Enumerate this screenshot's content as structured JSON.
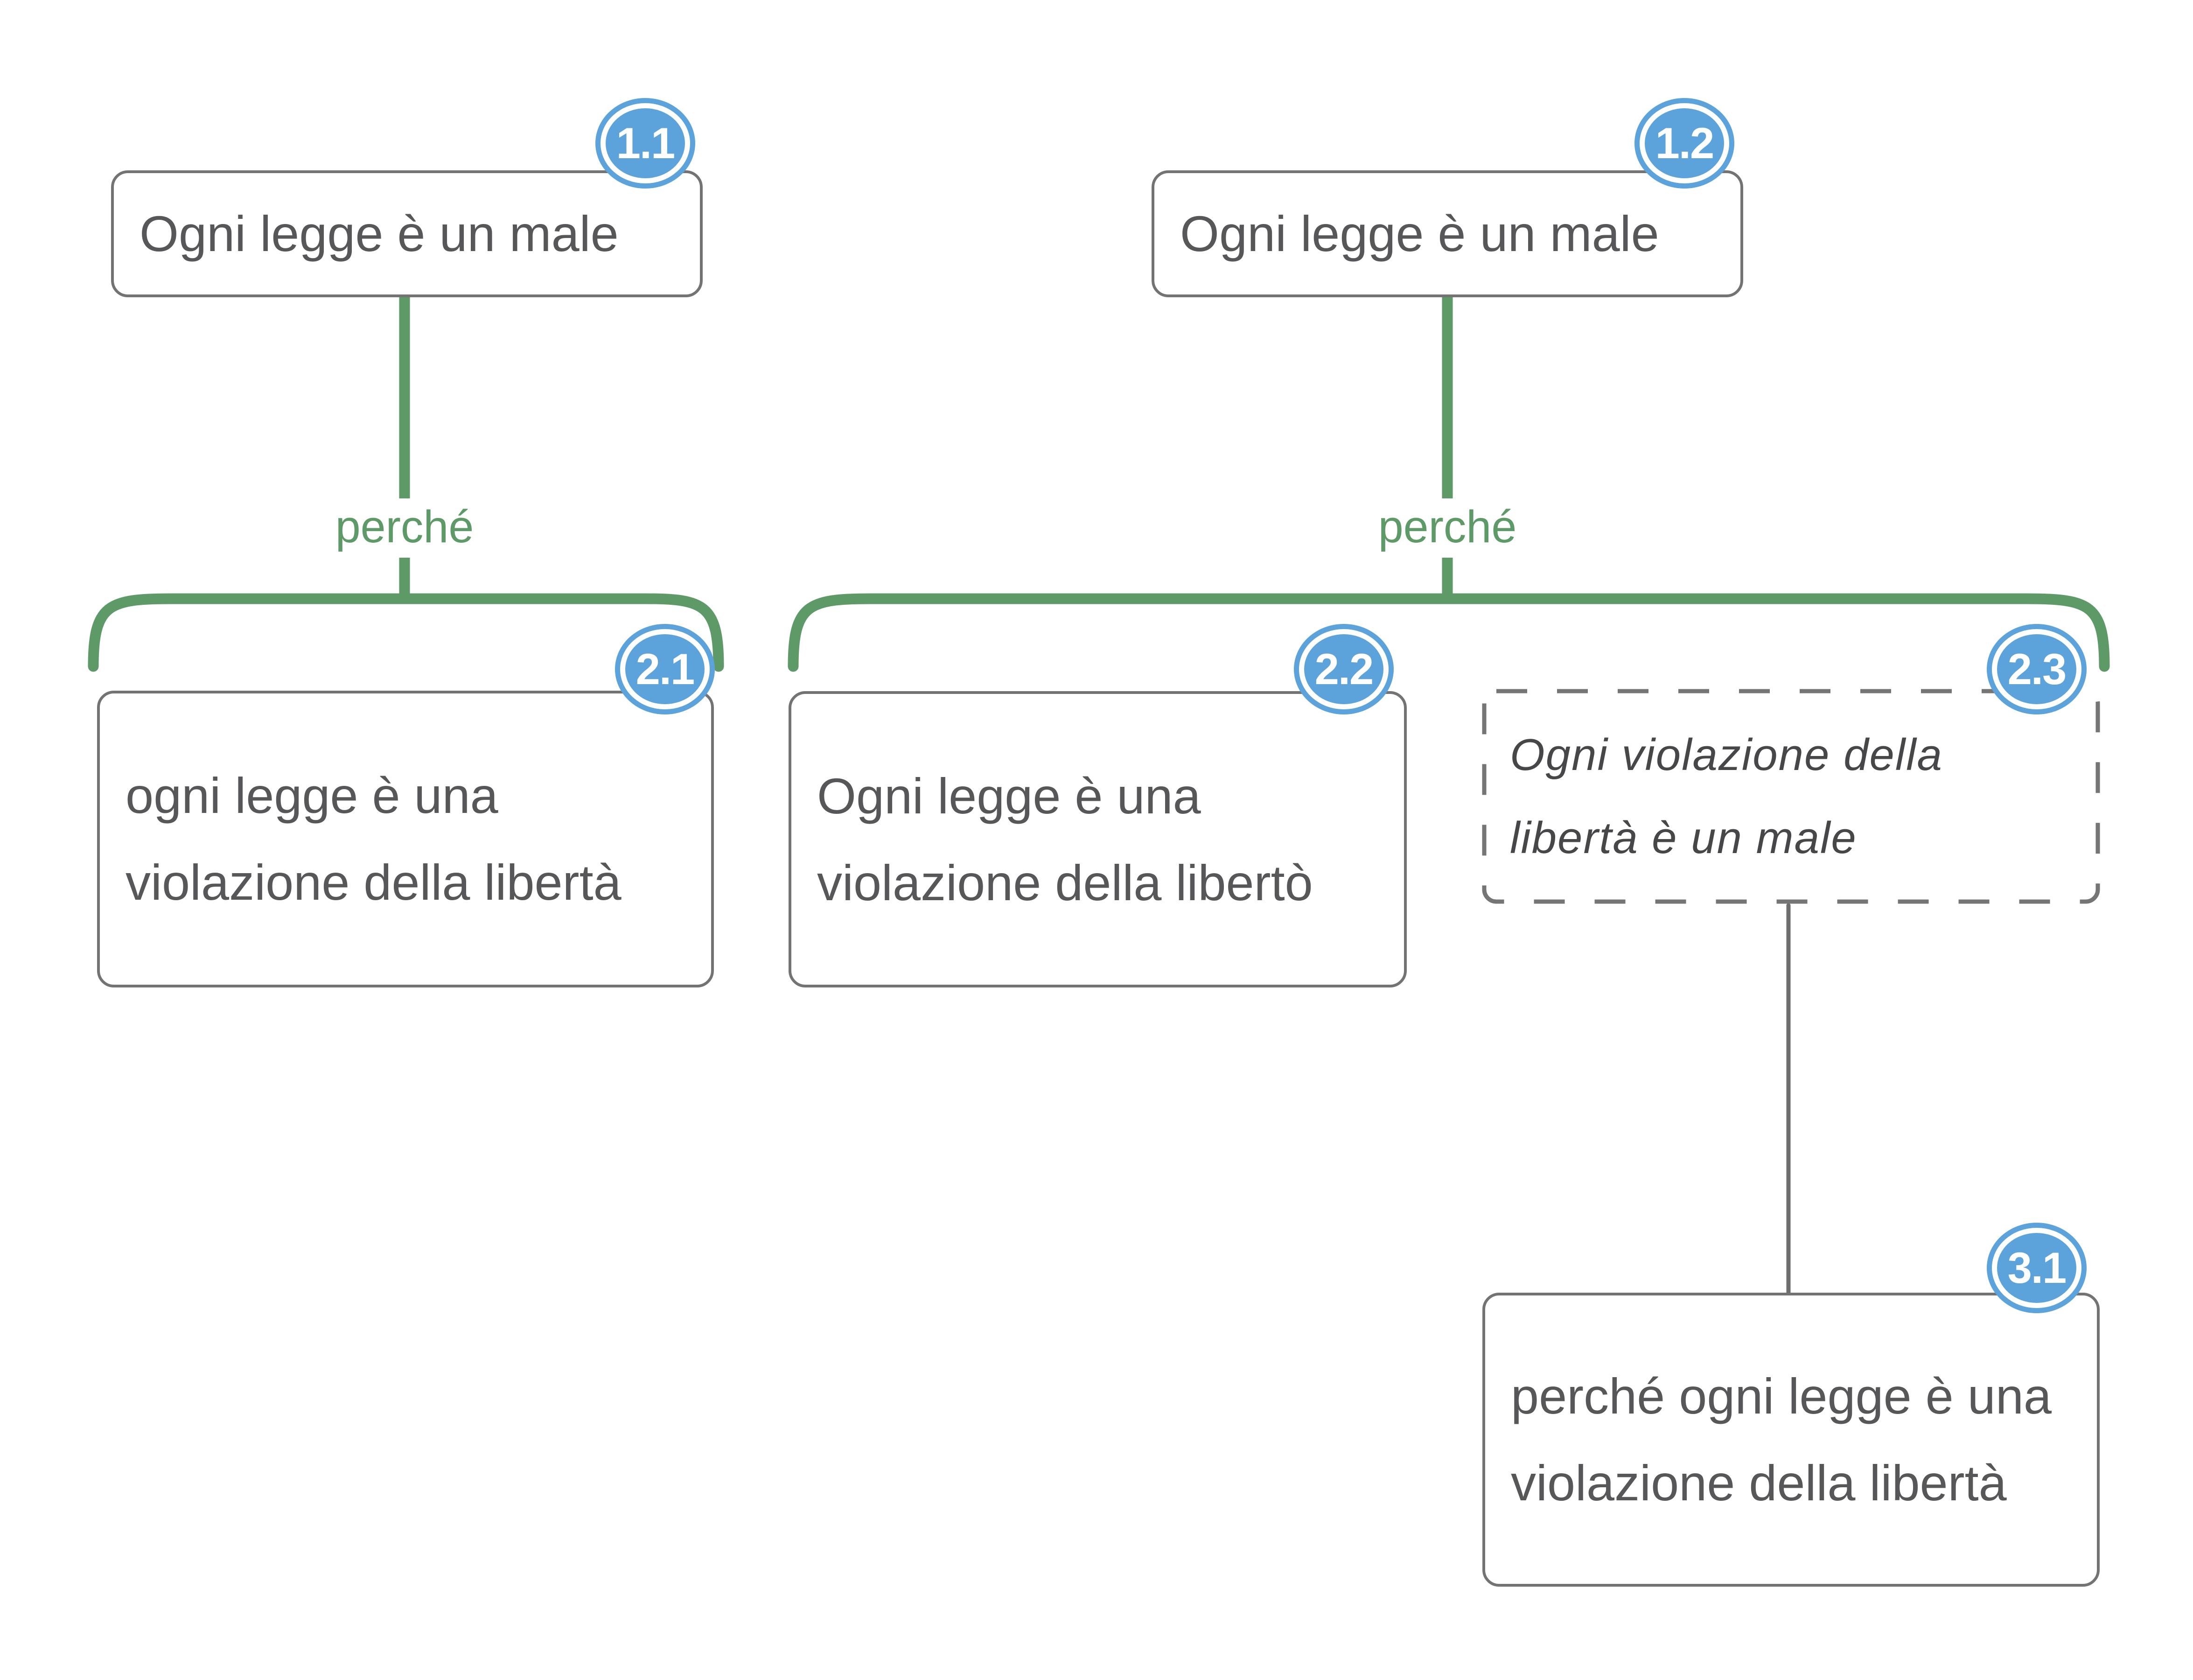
{
  "diagram_type": "argument-map",
  "colors": {
    "connector_green": "#5e9a68",
    "badge_blue": "#5ba3da",
    "box_border_gray": "#737373",
    "thin_line_gray": "#6e6e6e",
    "box_text_gray": "#57575a",
    "handwriting_gray": "#47474a",
    "background": "#ffffff"
  },
  "nodes": {
    "n11": {
      "id": "1.1",
      "text": "Ogni legge è un male"
    },
    "n12": {
      "id": "1.2",
      "text": "Ogni legge è un male"
    },
    "n21": {
      "id": "2.1",
      "text": "ogni legge è una violazione della libertà"
    },
    "n22": {
      "id": "2.2",
      "text": "Ogni legge è una violazione della libertò"
    },
    "n23": {
      "id": "2.3",
      "text": "Ogni violazione della libertà è un male"
    },
    "n31": {
      "id": "3.1",
      "text": "perché ogni legge è una violazione della libertà"
    }
  },
  "edges": {
    "e1": {
      "from": "1.1",
      "to": [
        "2.1"
      ],
      "label": "perché"
    },
    "e2": {
      "from": "1.2",
      "to": [
        "2.2",
        "2.3"
      ],
      "label": "perché"
    },
    "e3": {
      "from": "2.3",
      "to": [
        "3.1"
      ],
      "label": ""
    }
  }
}
